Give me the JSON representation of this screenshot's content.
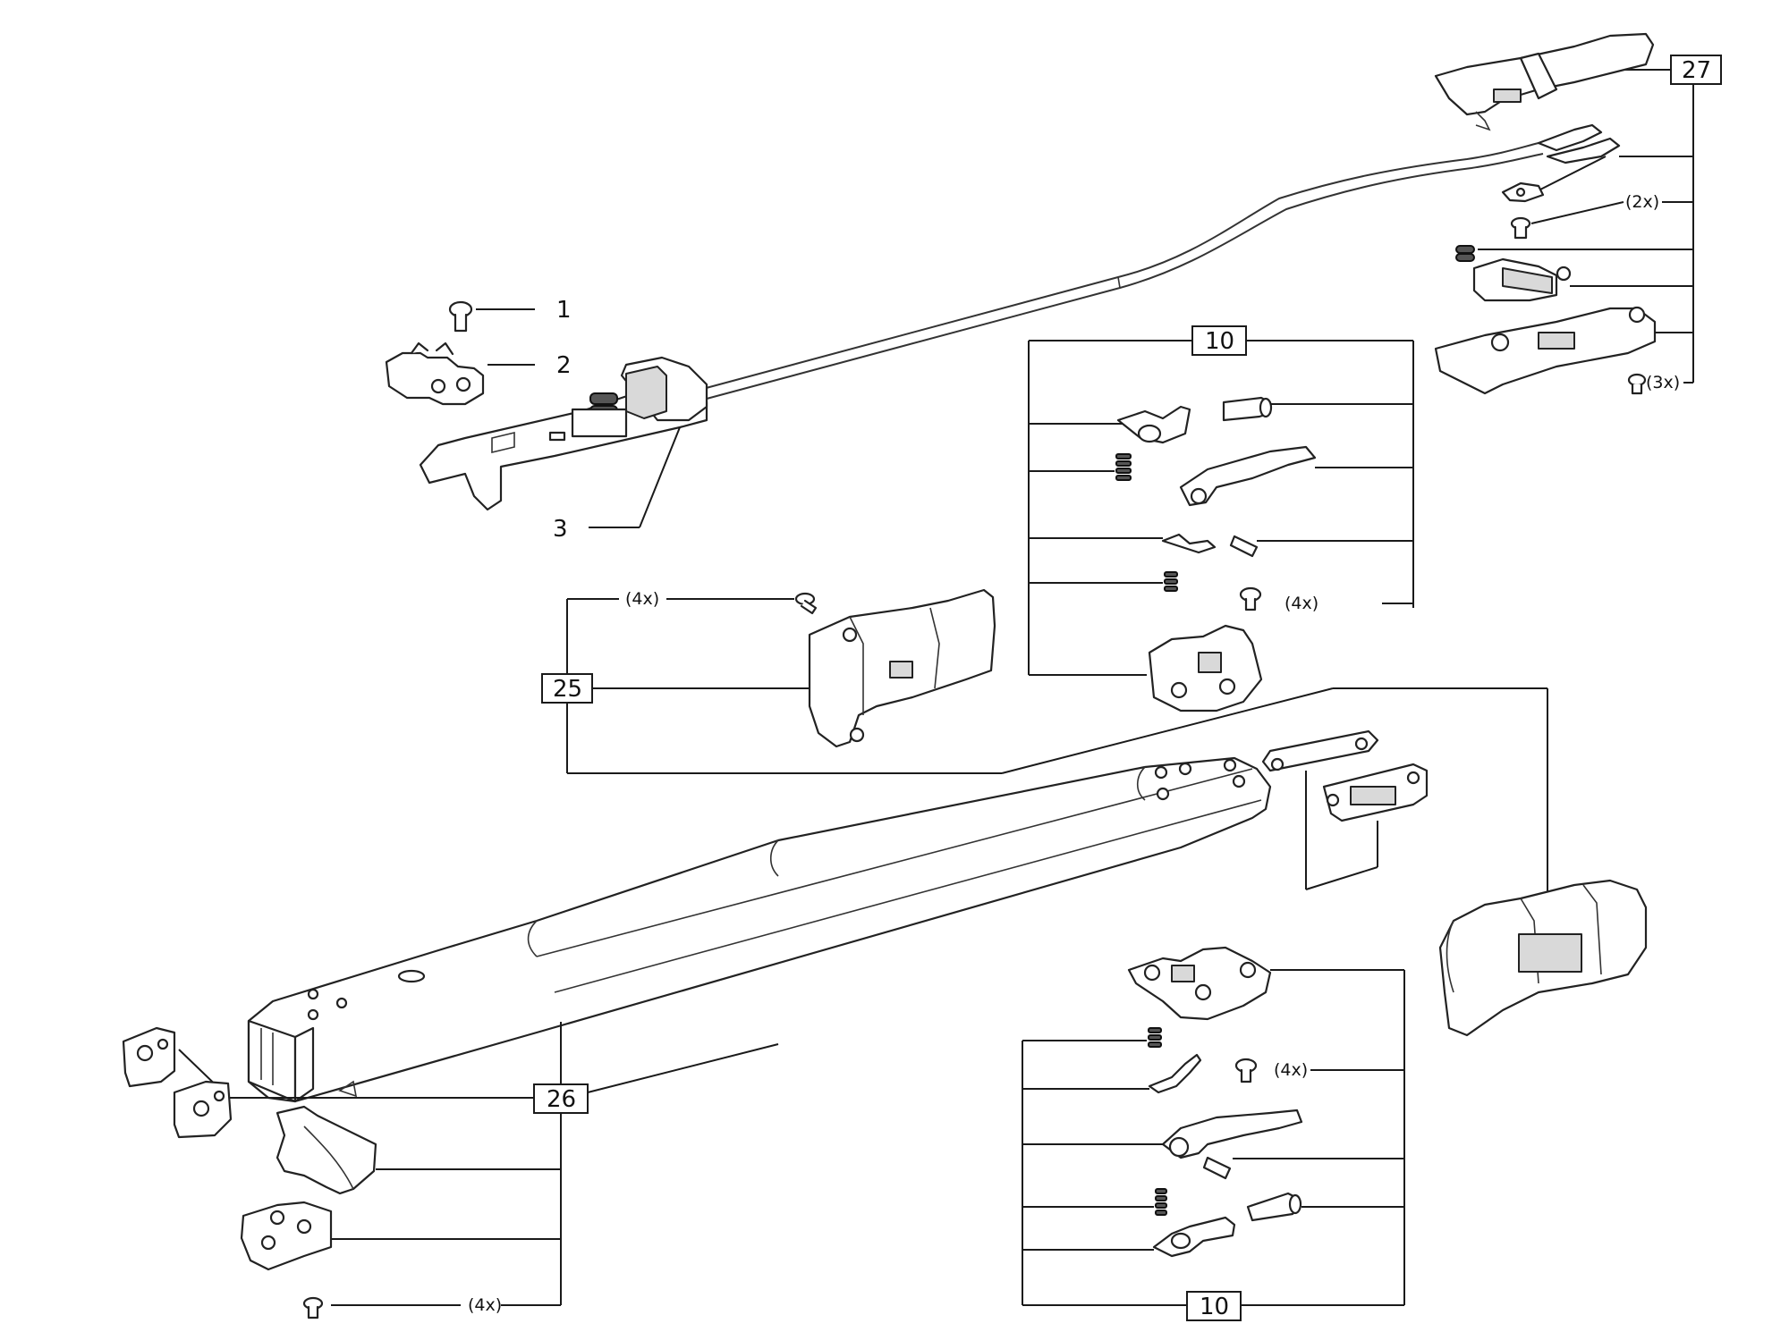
{
  "callouts": {
    "c1": "1",
    "c2": "2",
    "c3": "3",
    "c10_top": "10",
    "c10_bottom": "10",
    "c25": "25",
    "c26": "26",
    "c27": "27"
  },
  "quantities": {
    "q27_2x": "(2x)",
    "q27_3x": "(3x)",
    "q10_top_4x": "(4x)",
    "q25_4x": "(4x)",
    "q10_bottom_4x": "(4x)",
    "q26_4x": "(4x)"
  }
}
